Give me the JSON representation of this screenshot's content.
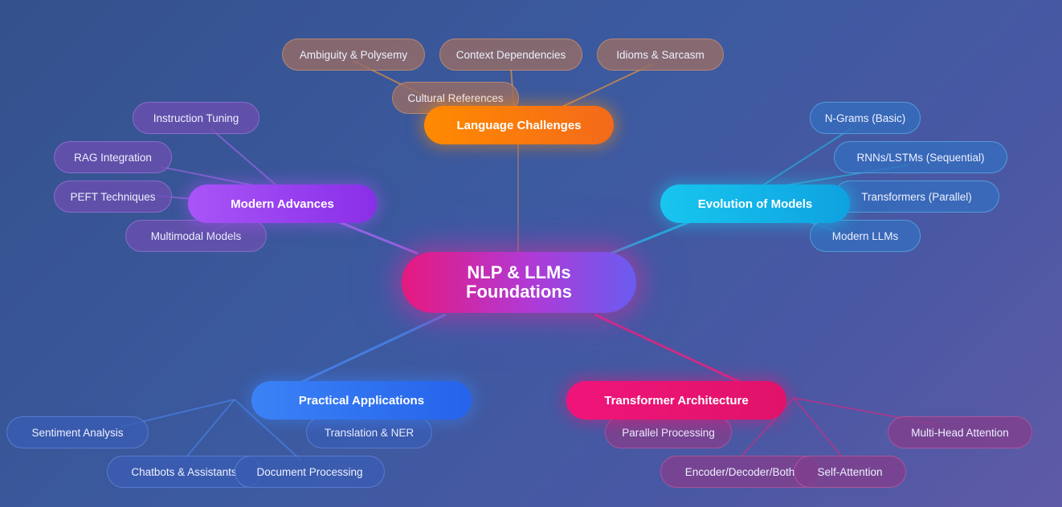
{
  "root": {
    "line1": "NLP & LLMs",
    "line2": "Foundations"
  },
  "branches": {
    "challenges": {
      "label": "Language Challenges",
      "color": "#ff8a00",
      "leaves": [
        "Ambiguity & Polysemy",
        "Context Dependencies",
        "Idioms & Sarcasm",
        "Cultural References"
      ]
    },
    "modern": {
      "label": "Modern Advances",
      "color": "#a855f7",
      "leaves": [
        "Instruction Tuning",
        "RAG Integration",
        "PEFT Techniques",
        "Multimodal Models"
      ]
    },
    "evolution": {
      "label": "Evolution of Models",
      "color": "#18c6ef",
      "leaves": [
        "N-Grams (Basic)",
        "RNNs/LSTMs (Sequential)",
        "Transformers (Parallel)",
        "Modern LLMs"
      ]
    },
    "practical": {
      "label": "Practical Applications",
      "color": "#3b82f6",
      "leaves": [
        "Sentiment Analysis",
        "Translation & NER",
        "Chatbots & Assistants",
        "Document Processing"
      ]
    },
    "transformer": {
      "label": "Transformer Architecture",
      "color": "#f0147a",
      "leaves": [
        "Parallel Processing",
        "Multi-Head Attention",
        "Encoder/Decoder/Both",
        "Self-Attention"
      ]
    }
  }
}
